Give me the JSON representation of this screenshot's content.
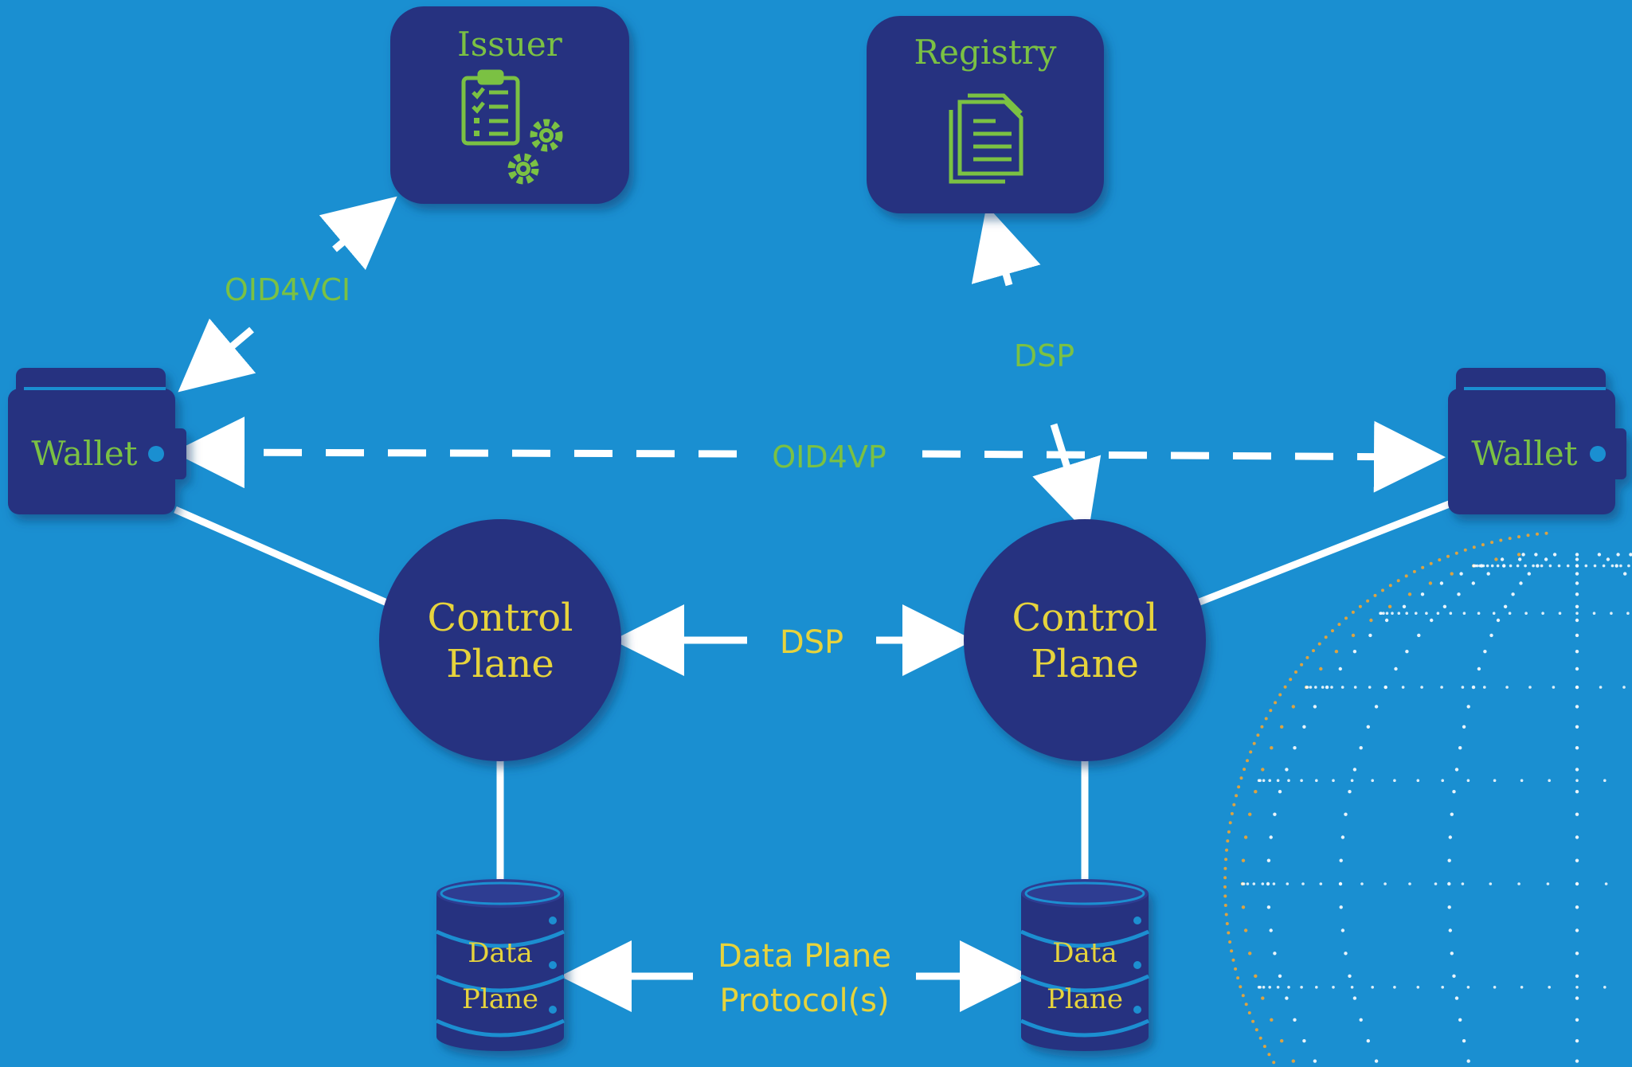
{
  "colors": {
    "background": "#1a8fd1",
    "node": "#273380",
    "node_shadow": "#14246a",
    "green_text": "#7bc143",
    "yellow_text": "#e6d33c",
    "connector": "#ffffff",
    "globe_white": "#ffffff",
    "globe_orange": "#f2a531"
  },
  "nodes": {
    "issuer": {
      "label": "Issuer",
      "icon": "clipboard-gears-icon"
    },
    "registry": {
      "label": "Registry",
      "icon": "documents-icon"
    },
    "wallet_left": {
      "label": "Wallet",
      "icon": "wallet-icon"
    },
    "wallet_right": {
      "label": "Wallet",
      "icon": "wallet-icon"
    },
    "control_left": {
      "line1": "Control",
      "line2": "Plane"
    },
    "control_right": {
      "line1": "Control",
      "line2": "Plane"
    },
    "data_left": {
      "line1": "Data",
      "line2": "Plane",
      "icon": "database-icon"
    },
    "data_right": {
      "line1": "Data",
      "line2": "Plane",
      "icon": "database-icon"
    }
  },
  "protocols": {
    "oid4vci": "OID4VCI",
    "oid4vp": "OID4VP",
    "dsp_registry": "DSP",
    "dsp_control": "DSP",
    "data_plane_line1": "Data Plane",
    "data_plane_line2": "Protocol(s)"
  }
}
